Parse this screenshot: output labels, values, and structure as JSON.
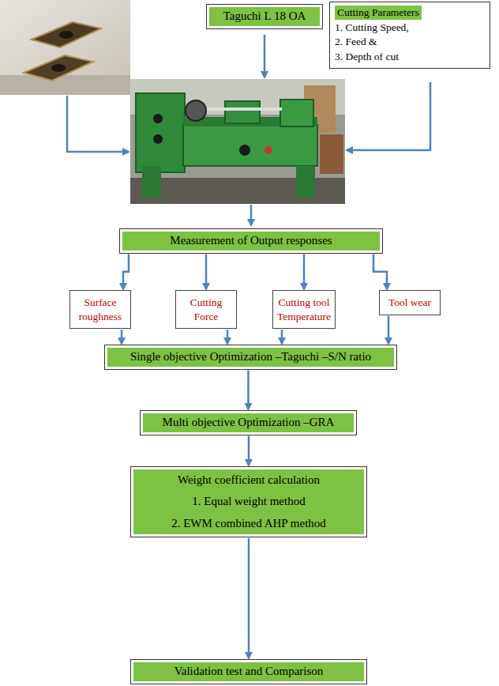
{
  "diagram": {
    "nodes": [
      {
        "text": [
          "Taguchi L 18 OA"
        ]
      },
      {
        "text": [
          "Cutting Parameters",
          "1. Cutting Speed,",
          "2. Feed &",
          "3. Depth of cut"
        ]
      },
      {
        "text": [
          "Measurement of Output responses"
        ]
      },
      {
        "text": [
          "Surface roughness"
        ]
      },
      {
        "text": [
          "Cutting Force"
        ]
      },
      {
        "text": [
          "Cutting tool Temperature"
        ]
      },
      {
        "text": [
          "Tool wear"
        ]
      },
      {
        "text": [
          "Single objective Optimization –Taguchi –S/N ratio"
        ]
      },
      {
        "text": [
          "Multi objective Optimization –GRA"
        ]
      },
      {
        "text": [
          "Weight coefficient calculation",
          "1. Equal weight method",
          "2. EWM combined AHP method"
        ]
      },
      {
        "text": [
          "Validation test and Comparison"
        ]
      }
    ],
    "edges": [
      {
        "from": 2,
        "to": 3,
        "arrow": "to"
      },
      {
        "from": 2,
        "to": 4,
        "arrow": "to"
      },
      {
        "from": 2,
        "to": 5,
        "arrow": "to"
      },
      {
        "from": 2,
        "to": 6,
        "arrow": "to"
      },
      {
        "from": 3,
        "to": 7,
        "arrow": "to"
      },
      {
        "from": 4,
        "to": 7,
        "arrow": "to"
      },
      {
        "from": 5,
        "to": 7,
        "arrow": "to"
      },
      {
        "from": 6,
        "to": 7,
        "arrow": "to"
      },
      {
        "from": 7,
        "to": 8,
        "arrow": "to"
      },
      {
        "from": 8,
        "to": 9,
        "arrow": "to"
      },
      {
        "from": 9,
        "to": 10,
        "arrow": "to"
      }
    ]
  }
}
